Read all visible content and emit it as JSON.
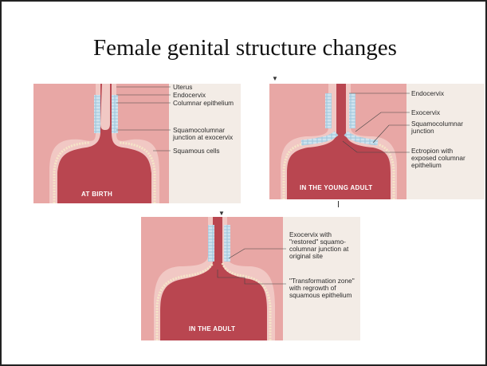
{
  "slide": {
    "title": "Female genital structure changes"
  },
  "panels": {
    "birth": {
      "caption": "AT BIRTH",
      "labels": {
        "uterus": "Uterus",
        "endocervix": "Endocervix",
        "columnar": "Columnar epithelium",
        "sqjunction": "Squamocolumnar\njunction at exocervix",
        "squamous": "Squamous cells"
      }
    },
    "young": {
      "caption": "IN THE YOUNG ADULT",
      "labels": {
        "endocervix": "Endocervix",
        "exocervix": "Exocervix",
        "sqjunction": "Squamocolumnar\njunction",
        "ectropion": "Ectropion with\nexposed columnar\nepithelium"
      }
    },
    "adult": {
      "caption": "IN THE ADULT",
      "labels": {
        "exocervix": "Exocervix with\n\"restored\" squamo-\ncolumnar junction at\noriginal site",
        "tz": "\"Transformation zone\"\nwith regrowth of\nsquamous epithelium"
      }
    }
  },
  "colors": {
    "tissue": "#e8a7a5",
    "cavity": "#b94650",
    "epithelium": "#9ec6dc",
    "background": "#f3ece6"
  }
}
